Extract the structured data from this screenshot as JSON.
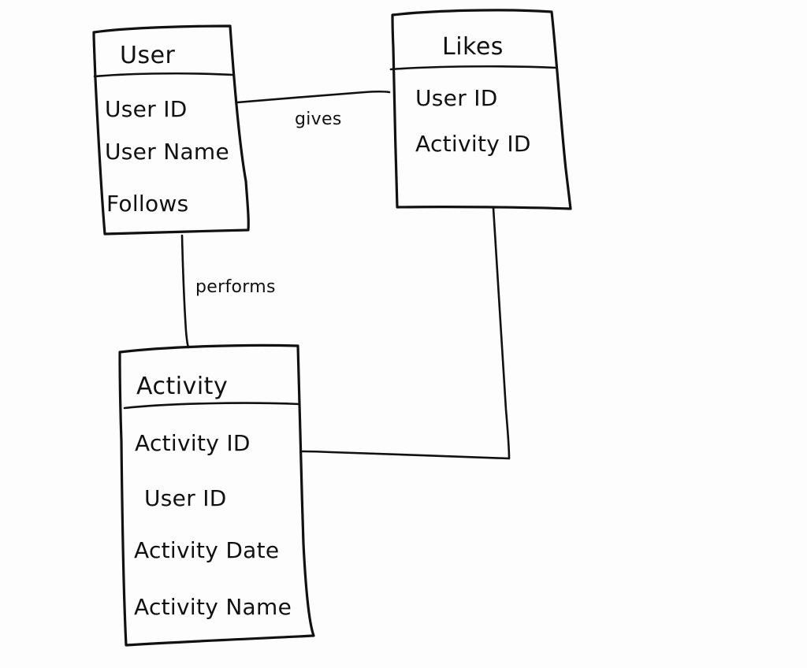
{
  "diagram": {
    "type": "entity-relationship-diagram",
    "style": "hand-drawn-whiteboard-sketch",
    "background_color": "#fdfdfd",
    "ink_color": "#111111",
    "entities": [
      {
        "id": "user",
        "title": "User",
        "attributes": [
          "User ID",
          "User Name",
          "Follows"
        ]
      },
      {
        "id": "likes",
        "title": "Likes",
        "attributes": [
          "User ID",
          "Activity ID"
        ]
      },
      {
        "id": "activity",
        "title": "Activity",
        "attributes": [
          "Activity ID",
          "User ID",
          "Activity Date",
          "Activity Name"
        ]
      }
    ],
    "relationships": [
      {
        "id": "gives",
        "label": "gives",
        "from": "User",
        "to": "Likes"
      },
      {
        "id": "performs",
        "label": "performs",
        "from": "User",
        "to": "Activity"
      },
      {
        "id": "likes-activity",
        "label": "",
        "from": "Likes",
        "to": "Activity"
      }
    ]
  }
}
